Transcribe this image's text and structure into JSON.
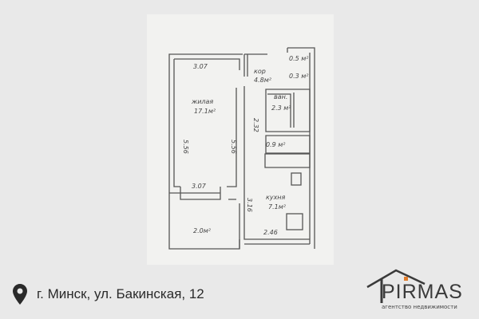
{
  "address": "г. Минск, ул. Бакинская, 12",
  "brand": {
    "name": "PIRMAS",
    "tagline": "агентство недвижимости",
    "accent": "#e07b2a"
  },
  "plan_labels": {
    "living_name": "жилая",
    "living_area": "17.1м²",
    "living_width_top": "3.07",
    "living_width_bottom": "3.07",
    "living_length_left": "5.56",
    "living_length_right": "5.56",
    "corridor_name": "кор",
    "corridor_area": "4.8м²",
    "closet1": "0.5 м²",
    "closet2": "0.3 м²",
    "bath_name": "ван.",
    "bath_area": "2.3 м²",
    "bath_dim": "2.32",
    "wc_area": "0.9 м²",
    "kitchen_name": "кухня",
    "kitchen_area": "7.1м²",
    "kitchen_len": "3.16",
    "kitchen_width": "2.46",
    "balcony_area": "2.0м²"
  }
}
